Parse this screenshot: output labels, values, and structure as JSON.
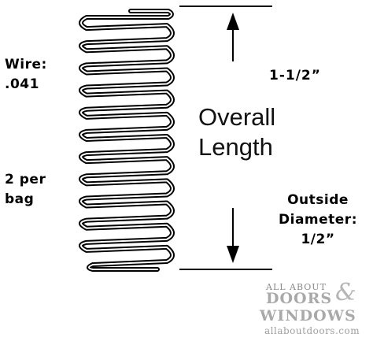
{
  "labels": {
    "wire_line1": "Wire:",
    "wire_line2": ".041",
    "qty_line1": "2 per",
    "qty_line2": "bag",
    "length_value": "1-1/2”",
    "overall_line1": "Overall",
    "overall_line2": "Length",
    "od_line1": "Outside",
    "od_line2": "Diameter:",
    "od_value": "1/2”"
  },
  "logo": {
    "line1": "ALL ABOUT",
    "line2": "DOORS",
    "ampersand": "&",
    "line3": "WINDOWS",
    "url": "allaboutdoors.com"
  },
  "colors": {
    "ink": "#000000",
    "watermark": "#a9a9a9"
  }
}
